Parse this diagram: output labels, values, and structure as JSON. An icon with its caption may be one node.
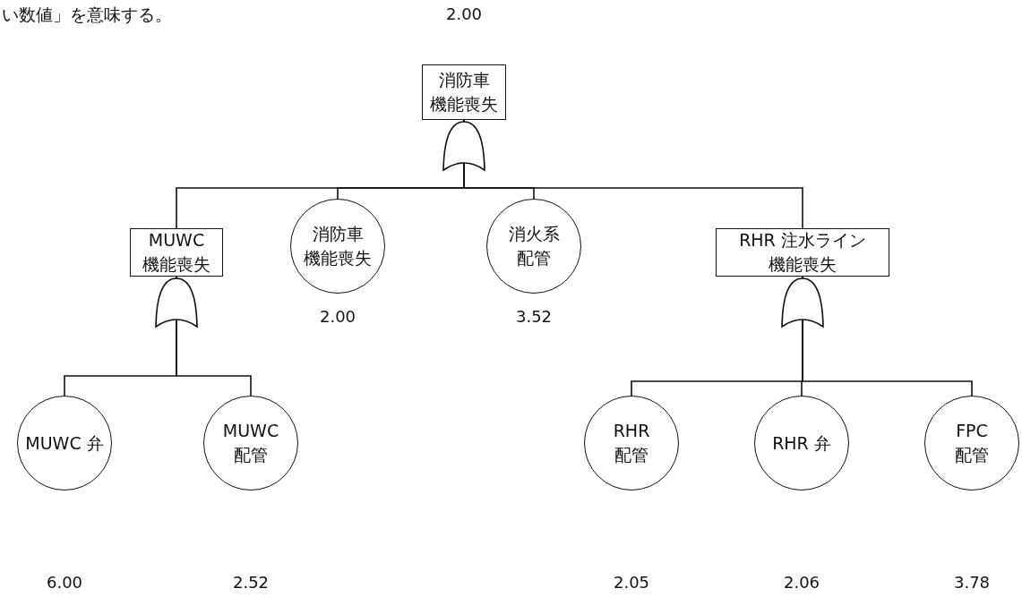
{
  "diagram": {
    "nodes": [
      {
        "text": [
          "消防車機能喪失"
        ],
        "beside": [
          "2.00"
        ]
      },
      {
        "text": [
          "MUWC 機能喪失"
        ]
      },
      {
        "text": [
          "消防車機能喪失"
        ],
        "beside": [
          "2.00"
        ]
      },
      {
        "text": [
          "消火系配管"
        ],
        "beside": [
          "3.52"
        ]
      },
      {
        "text": [
          "RHR 注水ライン機能喪失"
        ]
      },
      {
        "text": [
          "MUWC 弁"
        ]
      },
      {
        "text": [
          "MUWC 配管"
        ]
      },
      {
        "text": [
          "RHR 配管"
        ]
      },
      {
        "text": [
          "RHR 弁"
        ]
      },
      {
        "text": [
          "FPC 配管"
        ]
      }
    ],
    "edges": [
      {
        "from": 0,
        "to": 1,
        "arrow": "none"
      },
      {
        "from": 0,
        "to": 2,
        "arrow": "none"
      },
      {
        "from": 0,
        "to": 3,
        "arrow": "none"
      },
      {
        "from": 0,
        "to": 4,
        "arrow": "none"
      },
      {
        "from": 1,
        "to": 5,
        "arrow": "none"
      },
      {
        "from": 1,
        "to": 6,
        "arrow": "none"
      },
      {
        "from": 4,
        "to": 7,
        "arrow": "none"
      },
      {
        "from": 4,
        "to": 8,
        "arrow": "none"
      },
      {
        "from": 4,
        "to": 9,
        "arrow": "none"
      }
    ],
    "labels": [
      "い数値」を意味する。",
      "6.00",
      "2.52",
      "2.05",
      "2.06",
      "3.78"
    ]
  }
}
